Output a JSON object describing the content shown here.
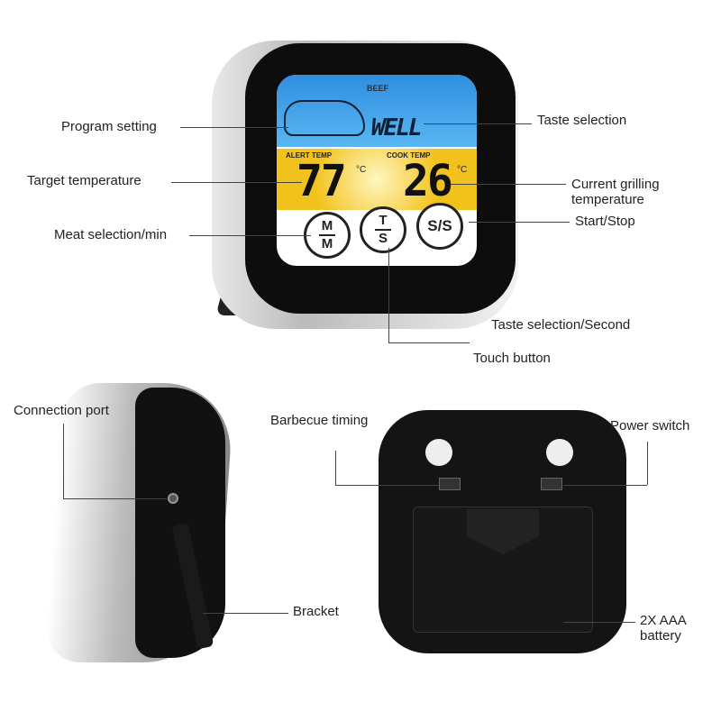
{
  "front": {
    "program": "BEEF",
    "taste": "WELL",
    "alert_label": "ALERT TEMP",
    "cook_label": "COOK TEMP",
    "alert_temp": "77",
    "cook_temp": "26",
    "unit": "°C",
    "buttons": [
      {
        "top": "M",
        "bottom": "M"
      },
      {
        "top": "T",
        "bottom": "S"
      },
      {
        "label": "S/S"
      }
    ]
  },
  "labels": {
    "program_setting": "Program setting",
    "taste_selection": "Taste selection",
    "target_temperature": "Target temperature",
    "current_grilling_1": "Current grilling",
    "current_grilling_2": "temperature",
    "meat_selection": "Meat selection/min",
    "start_stop": "Start/Stop",
    "taste_second": "Taste selection/Second",
    "touch_button": "Touch button",
    "connection_port": "Connection port",
    "bracket": "Bracket",
    "barbecue_timing": "Barbecue timing",
    "power_switch": "Power switch",
    "battery_1": "2X AAA",
    "battery_2": "battery"
  },
  "colors": {
    "lcd_blue": "#3aa0e8",
    "lcd_yellow": "#f2c21c",
    "body": "#111111",
    "bezel": "#d8d8d8"
  }
}
